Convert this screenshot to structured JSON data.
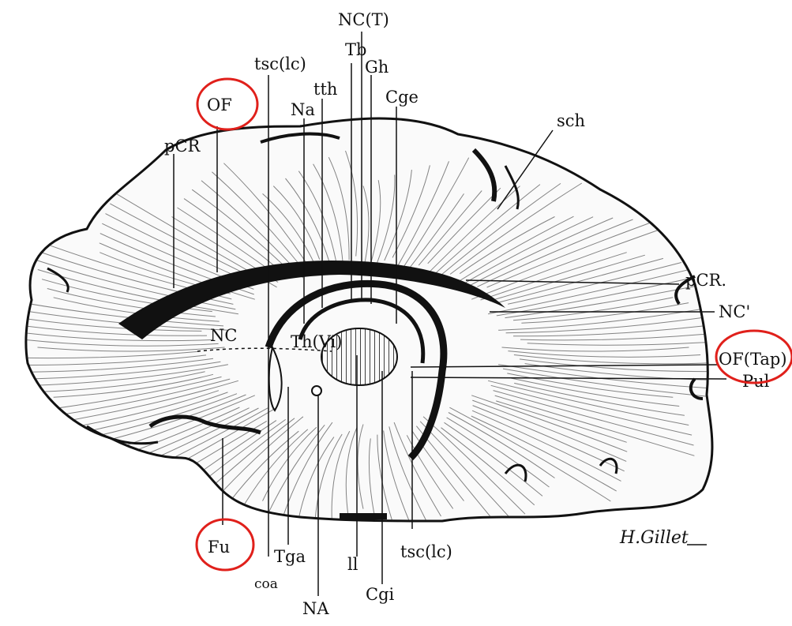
{
  "labels": {
    "nc_t": "NC(T)",
    "tb": "Tb",
    "gh": "Gh",
    "tsc_lc_top": "tsc(lc)",
    "tth": "tth",
    "cge": "Cge",
    "of_top": "OF",
    "na_top": "Na",
    "sch": "sch",
    "pcr_left": "pCR",
    "pcr_right": "pCR.",
    "nc_prime": "NC'",
    "nc": "NC",
    "th_vi": "Th(Vi)",
    "of_tap": "OF(Tap)",
    "pul": "Pul",
    "fu": "Fu",
    "tga": "Tga",
    "coa": "coa",
    "ll": "ll",
    "tsc_lc_bottom": "tsc(lc)",
    "na_bottom": "NA",
    "cgi": "Cgi"
  },
  "signature": "H.Gillet",
  "colors": {
    "ink": "#111111",
    "paper": "#ffffff",
    "highlight_circle": "#e0201b"
  }
}
